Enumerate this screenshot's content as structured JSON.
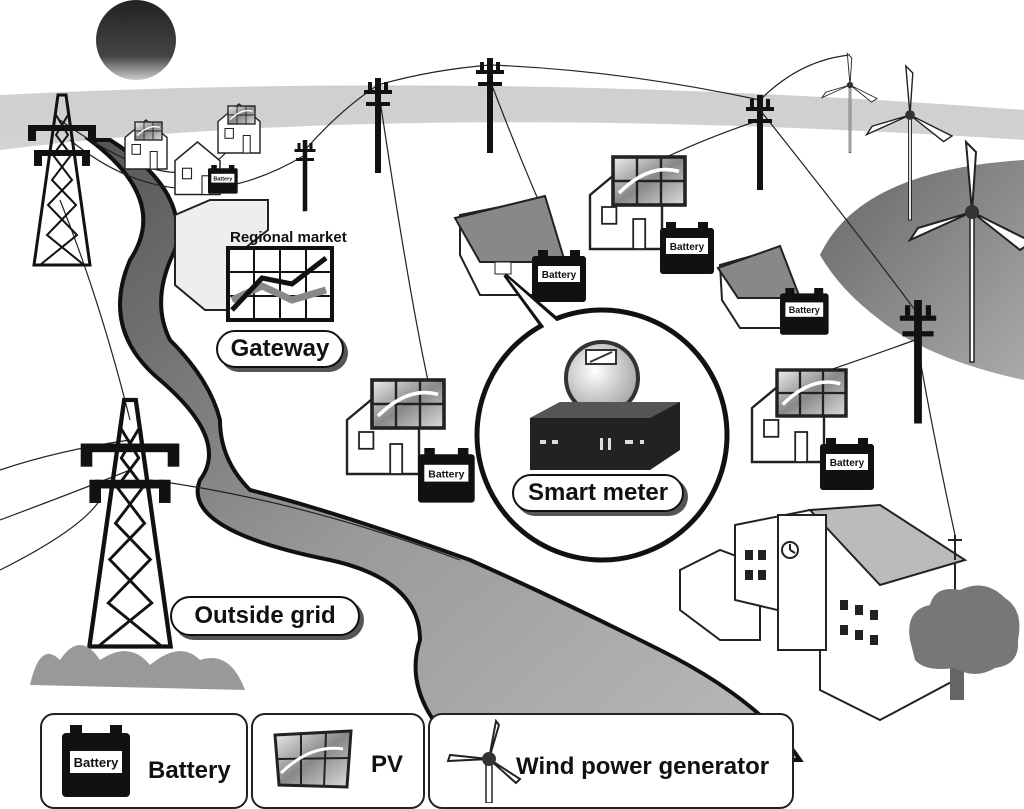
{
  "labels": {
    "regional_market": "Regional market",
    "gateway": "Gateway",
    "smart_meter": "Smart meter",
    "outside_grid": "Outside grid",
    "battery": "Battery"
  },
  "legend": {
    "battery": "Battery",
    "pv": "PV",
    "wind": "Wind power generator"
  },
  "icons": [
    "sun-icon",
    "transmission-tower-icon",
    "utility-pole-icon",
    "house-icon",
    "solar-panel-icon",
    "battery-icon",
    "wind-turbine-icon",
    "smart-meter-icon",
    "factory-icon",
    "tree-icon",
    "chart-icon"
  ]
}
